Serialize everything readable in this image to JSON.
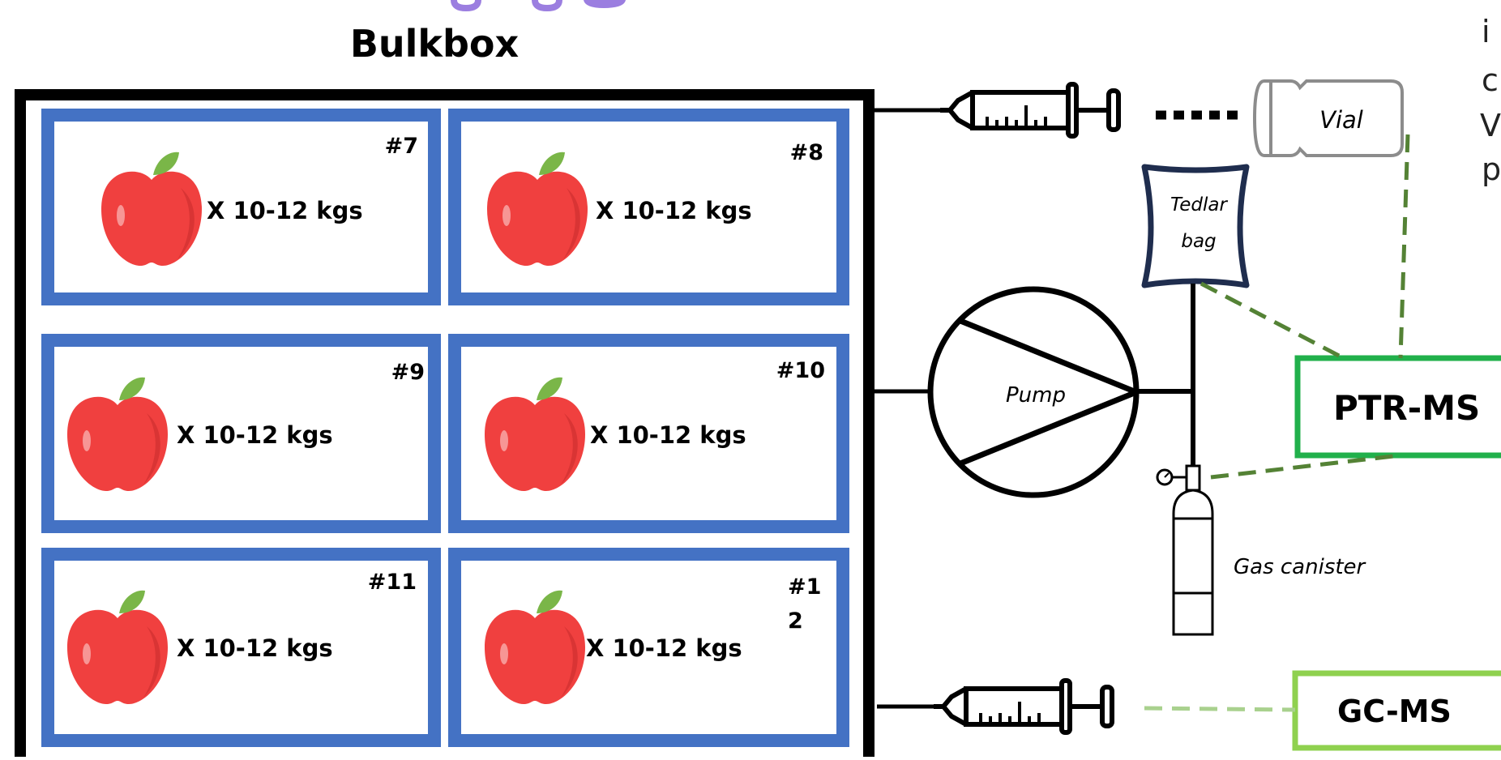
{
  "title": "Bulkbox",
  "crates": [
    {
      "id": "#7",
      "label": "X 10-12 kgs"
    },
    {
      "id": "#8",
      "label": "X 10-12 kgs"
    },
    {
      "id": "#9",
      "label": "X 10-12 kgs"
    },
    {
      "id": "#10",
      "label": "X 10-12 kgs"
    },
    {
      "id": "#11",
      "label": "X 10-12 kgs"
    },
    {
      "id_line1": "#1",
      "id_line2": "2",
      "label": "X 10-12 kgs"
    }
  ],
  "components": {
    "vial": "Vial",
    "tedlar_line1": "Tedlar",
    "tedlar_line2": "bag",
    "pump": "Pump",
    "gas_canister": "Gas canister",
    "ptr_ms": "PTR-MS",
    "gc_ms": "GC-MS"
  },
  "cropped_text": [
    "i",
    "c",
    "V",
    "p"
  ],
  "colors": {
    "crate_border": "#4472c4",
    "box_border": "#000000",
    "apple": "#f0403f",
    "leaf": "#7ab648",
    "ptr_border": "#21b04b",
    "gc_border": "#8fd14f",
    "dash_dark": "#548235",
    "dash_light": "#a9d18e",
    "title_fragment": "#9b7ee0"
  }
}
